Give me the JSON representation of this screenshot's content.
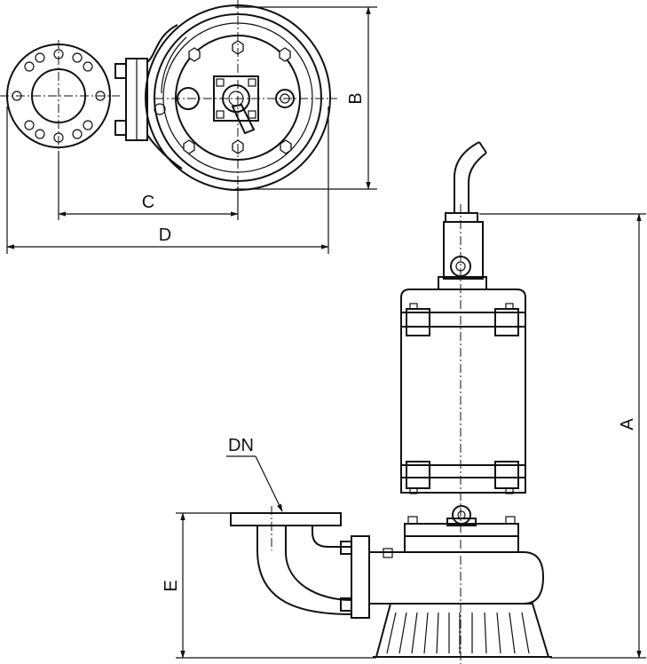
{
  "labels": {
    "a": "A",
    "b": "B",
    "c": "C",
    "d": "D",
    "e": "E",
    "dn": "DN"
  }
}
